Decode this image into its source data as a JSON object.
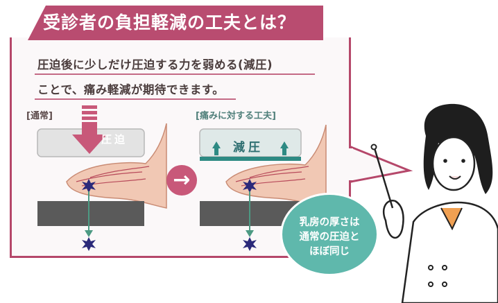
{
  "title": "受診者の負担軽減の工夫とは？",
  "lead_line1": "圧迫後に少しだけ圧迫する力を弱める(減圧)",
  "lead_line2": "ことで、痛み軽減が期待できます。",
  "label_normal": "[通常]",
  "label_care": "[痛みに対する工夫]",
  "press_text": "圧迫",
  "reduce_text": "減圧",
  "arrow_glyph": "→",
  "bubble_line1": "乳房の厚さは",
  "bubble_line2": "通常の圧迫と",
  "bubble_line3": "ほぼ同じ",
  "colors": {
    "accent_pink": "#b94c70",
    "teal": "#5fb8ac",
    "dark_teal": "#2d6e70",
    "plate_gray": "#5a5a5a"
  },
  "icons": [
    "right-arrow-icon",
    "down-arrow-icon",
    "up-arrow-icon",
    "star-burst-icon",
    "pointer-stick-icon"
  ]
}
